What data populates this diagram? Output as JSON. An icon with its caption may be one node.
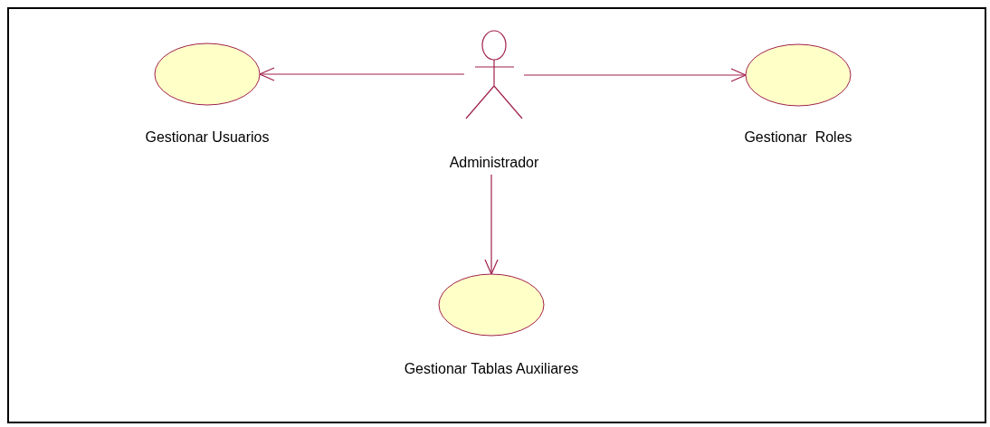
{
  "diagram": {
    "nodes": [
      {
        "text": [
          "Administrador"
        ]
      },
      {
        "text": [
          "Gestionar Usuarios"
        ]
      },
      {
        "text": [
          "Gestionar  Roles"
        ]
      },
      {
        "text": [
          "Gestionar Tablas Auxiliares"
        ]
      }
    ],
    "edges": [
      {
        "from": 0,
        "to": 1,
        "arrow": "to"
      },
      {
        "from": 0,
        "to": 2,
        "arrow": "to"
      },
      {
        "from": 0,
        "to": 3,
        "arrow": "to"
      }
    ]
  }
}
